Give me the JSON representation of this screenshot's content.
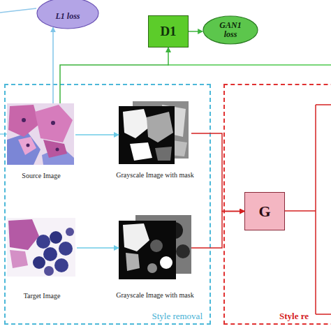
{
  "diagram": {
    "nodes": [
      {
        "text": [
          "L1 loss"
        ]
      },
      {
        "text": [
          "D1"
        ]
      },
      {
        "text": [
          "GAN1 loss"
        ]
      },
      {
        "text": [
          "Style removal"
        ]
      },
      {
        "text": [
          "Source Image"
        ],
        "in": 3
      },
      {
        "text": [
          "Grayscale Image with mask"
        ],
        "in": 3
      },
      {
        "text": [
          "Target Image"
        ],
        "in": 3
      },
      {
        "text": [
          "Grayscale Image with mask"
        ],
        "in": 3
      },
      {
        "text": [
          "Style re"
        ]
      },
      {
        "text": [
          "G"
        ],
        "in": 8
      }
    ],
    "edges": [
      {
        "from": 4,
        "to": 0,
        "arrow": "to"
      },
      {
        "from": 4,
        "to": 1,
        "arrow": "to"
      },
      {
        "from": 1,
        "to": 2,
        "arrow": "to"
      },
      {
        "from": 4,
        "to": 5,
        "arrow": "to"
      },
      {
        "from": 6,
        "to": 7,
        "arrow": "to"
      },
      {
        "from": 5,
        "to": 9,
        "arrow": "to"
      },
      {
        "from": 7,
        "to": 9,
        "arrow": "to"
      }
    ]
  }
}
